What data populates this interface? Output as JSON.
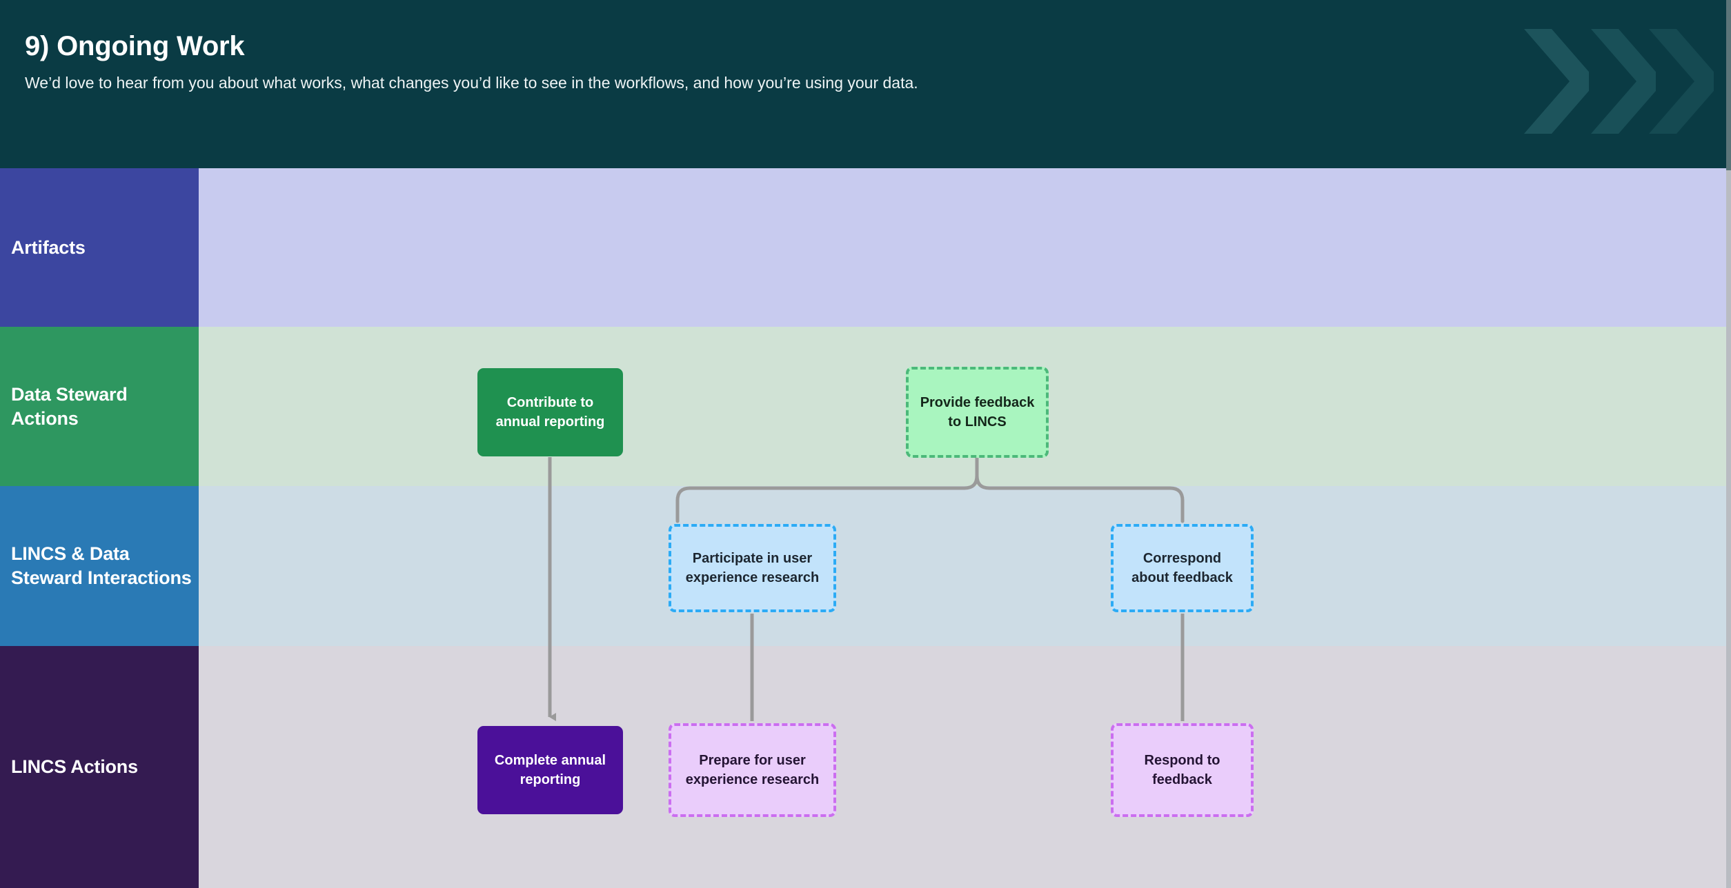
{
  "header": {
    "title": "9) Ongoing Work",
    "subtitle": "We’d love to hear from you about what works, what changes you’d like to see in the workflows, and how you’re using your data.",
    "background_color": "#0a3b44",
    "decoration_icons": [
      "chevron-right-icon",
      "chevron-right-icon",
      "chevron-right-icon"
    ]
  },
  "lanes": [
    {
      "id": "artifacts",
      "label": "Artifacts",
      "label_color": "#3c46a0",
      "body_color": "#c8cbef"
    },
    {
      "id": "steward",
      "label": "Data Steward\nActions",
      "label_color": "#2e9760",
      "body_color": "#d0e2d5"
    },
    {
      "id": "interactions",
      "label": "LINCS &\nData Steward\nInteractions",
      "label_color": "#2a7ab5",
      "body_color": "#cddce5"
    },
    {
      "id": "lincs-actions",
      "label": "LINCS Actions",
      "label_color": "#341b51",
      "body_color": "#d9d6dd"
    }
  ],
  "nodes": {
    "contribute": {
      "label": "Contribute to\nannual reporting",
      "lane": "steward",
      "style": "solid",
      "fill": "#1f9150",
      "text_color": "#ffffff"
    },
    "provide_feedback": {
      "label": "Provide feedback\nto LINCS",
      "lane": "steward",
      "style": "dashed",
      "fill": "#a9f5bf",
      "border_color": "#4cb97a",
      "text_color": "#14261a"
    },
    "participate": {
      "label": "Participate in user\nexperience research",
      "lane": "interactions",
      "style": "dashed",
      "fill": "#c2e3fb",
      "border_color": "#2cabf5",
      "text_color": "#1c2630"
    },
    "correspond": {
      "label": "Correspond\nabout  feedback",
      "lane": "interactions",
      "style": "dashed",
      "fill": "#c2e3fb",
      "border_color": "#2cabf5",
      "text_color": "#1c2630"
    },
    "complete_annual": {
      "label": "Complete annual\nreporting",
      "lane": "lincs-actions",
      "style": "solid",
      "fill": "#4b1099",
      "text_color": "#ffffff"
    },
    "prepare": {
      "label": "Prepare for user\nexperience research",
      "lane": "lincs-actions",
      "style": "dashed",
      "fill": "#eacdfb",
      "border_color": "#cb6ef0",
      "text_color": "#241434"
    },
    "respond": {
      "label": "Respond to\nfeedback",
      "lane": "lincs-actions",
      "style": "dashed",
      "fill": "#eacdfb",
      "border_color": "#cb6ef0",
      "text_color": "#241434"
    }
  },
  "connectors": [
    {
      "from": "contribute",
      "to": "complete_annual",
      "arrow": true
    },
    {
      "from": "provide_feedback",
      "to": "participate",
      "arrow": false
    },
    {
      "from": "provide_feedback",
      "to": "correspond",
      "arrow": false
    },
    {
      "from": "participate",
      "to": "prepare",
      "arrow": false
    },
    {
      "from": "correspond",
      "to": "respond",
      "arrow": false
    }
  ],
  "connector_color": "#9a9a9a"
}
